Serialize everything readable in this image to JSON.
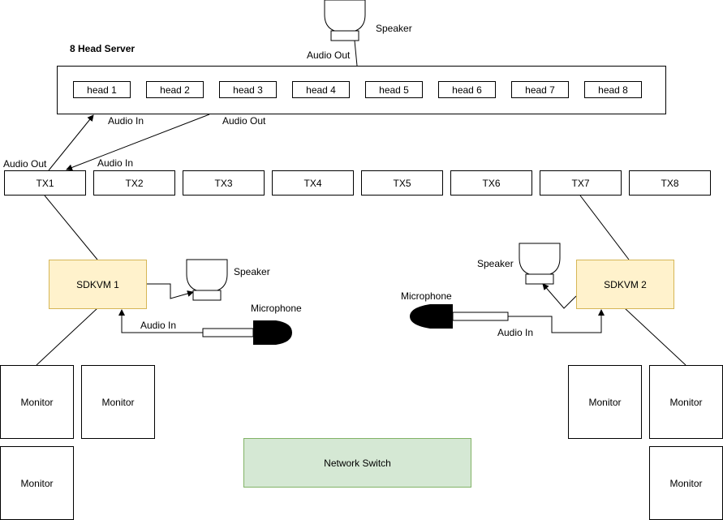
{
  "server": {
    "title": "8 Head Server",
    "heads": [
      "head 1",
      "head 2",
      "head 3",
      "head 4",
      "head 5",
      "head 6",
      "head 7",
      "head 8"
    ]
  },
  "transmitters": [
    "TX1",
    "TX2",
    "TX3",
    "TX4",
    "TX5",
    "TX6",
    "TX7",
    "TX8"
  ],
  "sdkvm": {
    "left": "SDKVM 1",
    "right": "SDKVM 2"
  },
  "network_switch": "Network Switch",
  "monitor_label": "Monitor",
  "labels": {
    "speaker": "Speaker",
    "microphone": "Microphone",
    "audio_in": "Audio In",
    "audio_out": "Audio Out"
  },
  "colors": {
    "sdkvm_fill": "#fff2cc",
    "sdkvm_border": "#d6b656",
    "switch_fill": "#d5e8d4",
    "switch_border": "#82b366"
  }
}
